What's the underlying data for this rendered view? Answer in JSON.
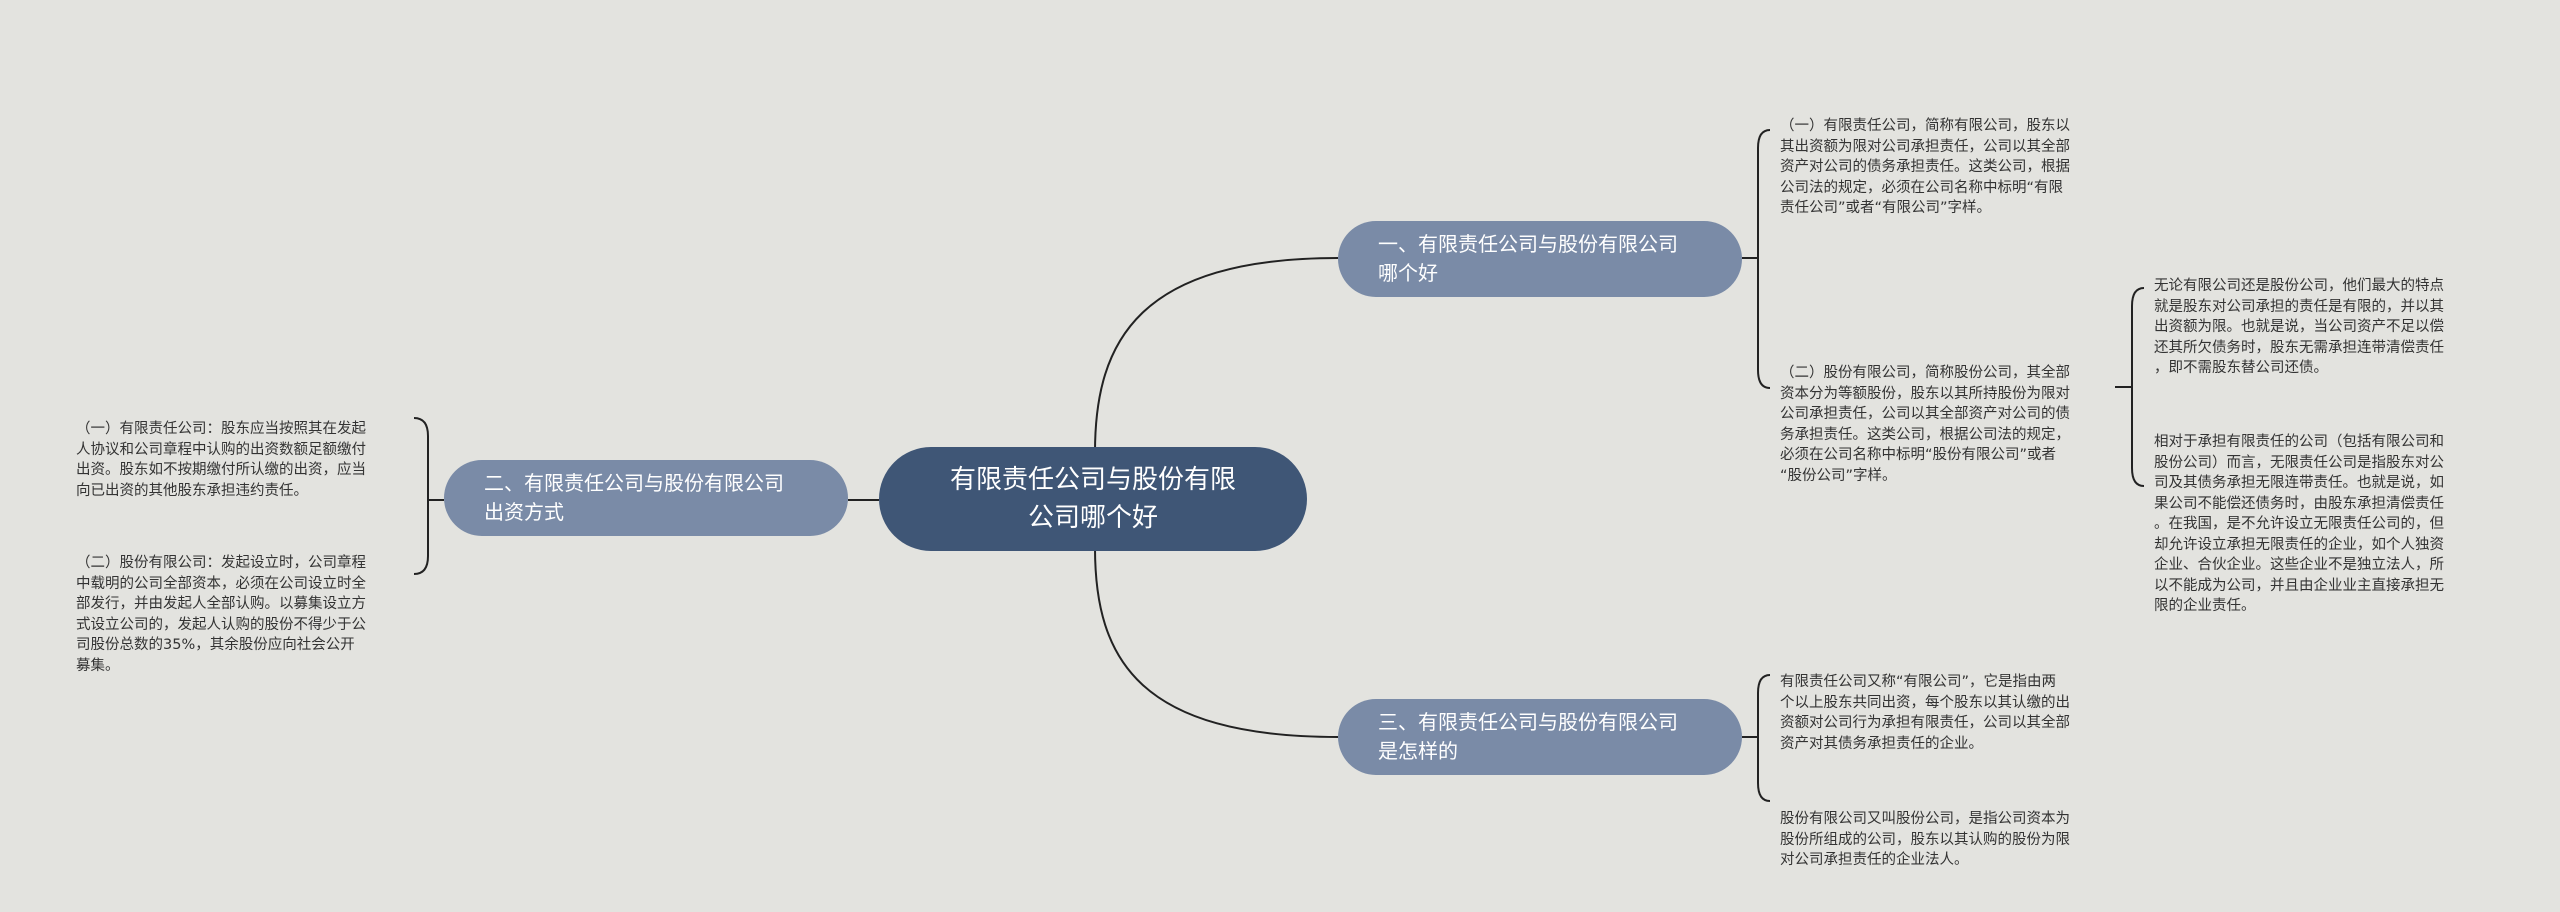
{
  "mindmap": {
    "root": {
      "text": "有限责任公司与股份有限\n公司哪个好"
    },
    "branches": [
      {
        "text": "一、有限责任公司与股份有限公司\n哪个好",
        "leaves": [
          {
            "text": "（一）有限责任公司，简称有限公司，股东以\n其出资额为限对公司承担责任，公司以其全部\n资产对公司的债务承担责任。这类公司，根据\n公司法的规定，必须在公司名称中标明“有限\n责任公司”或者“有限公司”字样。"
          },
          {
            "text": "（二）股份有限公司，简称股份公司，其全部\n资本分为等额股份，股东以其所持股份为限对\n公司承担责任，公司以其全部资产对公司的债\n务承担责任。这类公司，根据公司法的规定，\n必须在公司名称中标明“股份有限公司”或者\n“股份公司”字样。"
          }
        ],
        "subleaves": [
          {
            "text": "无论有限公司还是股份公司，他们最大的特点\n就是股东对公司承担的责任是有限的，并以其\n出资额为限。也就是说，当公司资产不足以偿\n还其所欠债务时，股东无需承担连带清偿责任\n，即不需股东替公司还债。"
          },
          {
            "text": "相对于承担有限责任的公司（包括有限公司和\n股份公司）而言，无限责任公司是指股东对公\n司及其债务承担无限连带责任。也就是说，如\n果公司不能偿还债务时，由股东承担清偿责任\n。在我国，是不允许设立无限责任公司的，但\n却允许设立承担无限责任的企业，如个人独资\n企业、合伙企业。这些企业不是独立法人，所\n以不能成为公司，并且由企业业主直接承担无\n限的企业责任。"
          }
        ]
      },
      {
        "text": "二、有限责任公司与股份有限公司\n出资方式",
        "leaves": [
          {
            "text": "（一）有限责任公司：股东应当按照其在发起\n人协议和公司章程中认购的出资数额足额缴付\n出资。股东如不按期缴付所认缴的出资，应当\n向已出资的其他股东承担违约责任。"
          },
          {
            "text": "（二）股份有限公司：发起设立时，公司章程\n中载明的公司全部资本，必须在公司设立时全\n部发行，并由发起人全部认购。以募集设立方\n式设立公司的，发起人认购的股份不得少于公\n司股份总数的35%，其余股份应向社会公开\n募集。"
          }
        ]
      },
      {
        "text": "三、有限责任公司与股份有限公司\n是怎样的",
        "leaves": [
          {
            "text": "有限责任公司又称“有限公司”，它是指由两\n个以上股东共同出资，每个股东以其认缴的出\n资额对公司行为承担有限责任，公司以其全部\n资产对其债务承担责任的企业。"
          },
          {
            "text": "股份有限公司又叫股份公司，是指公司资本为\n股份所组成的公司，股东以其认购的股份为限\n对公司承担责任的企业法人。"
          }
        ]
      }
    ]
  },
  "colors": {
    "background": "#e3e3df",
    "root_fill": "#3f5676",
    "branch_fill": "#7a8ba7",
    "link": "#222222",
    "leaf_text": "#333333"
  }
}
